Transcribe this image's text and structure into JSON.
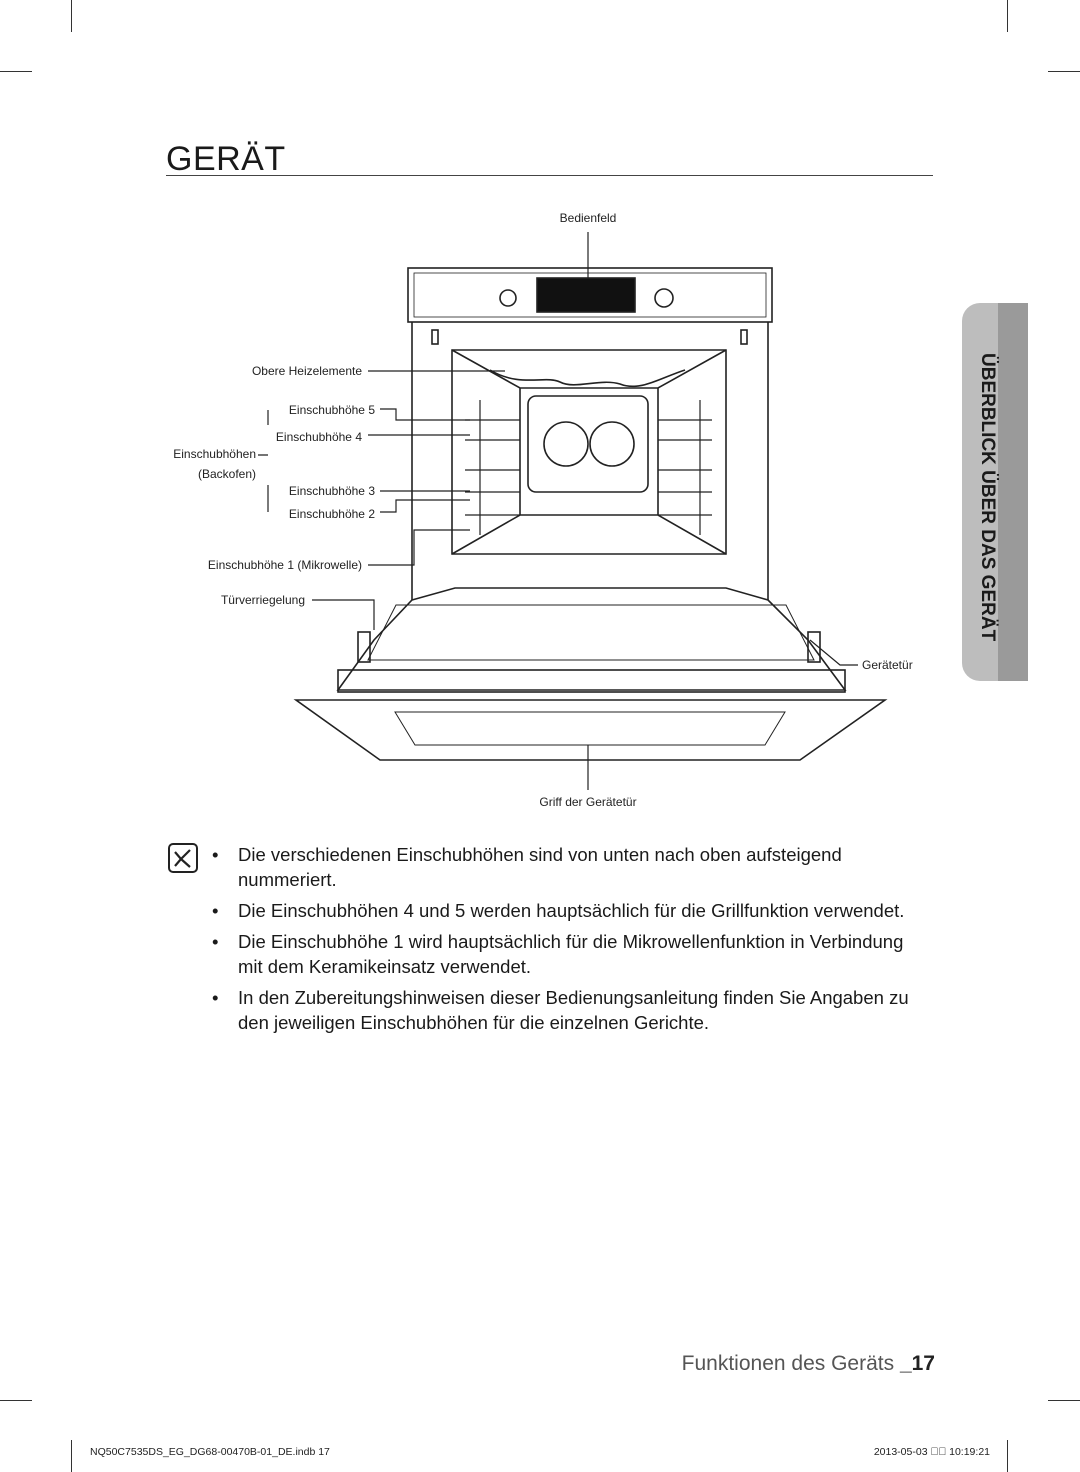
{
  "page": {
    "title": "GERÄT",
    "side_tab": "ÜBERBLICK ÜBER DAS GERÄT",
    "footer_title": "Funktionen des Geräts",
    "page_number": "_17",
    "print_file": "NQ50C7535DS_EG_DG68-00470B-01_DE.indb   17",
    "print_date": "2013-05-03   ￿￿ 10:19:21"
  },
  "diagram": {
    "labels": {
      "control_panel": "Bedienfeld",
      "upper_heating": "Obere Heizelemente",
      "rack5": "Einschubhöhe 5",
      "rack4": "Einschubhöhe 4",
      "rack_group_line1": "Einschubhöhen",
      "rack_group_line2": "(Backofen)",
      "rack3": "Einschubhöhe 3",
      "rack2": "Einschubhöhe 2",
      "rack1": "Einschubhöhe 1 (Mikrowelle)",
      "door_lock": "Türverriegelung",
      "door": "Gerätetür",
      "handle": "Griff der Gerätetür"
    }
  },
  "notes": [
    "Die verschiedenen Einschubhöhen sind von unten nach oben aufsteigend nummeriert.",
    "Die Einschubhöhen 4 und 5 werden hauptsächlich für die Grillfunktion verwendet.",
    "Die Einschubhöhe 1 wird hauptsächlich für die Mikrowellenfunktion in Verbindung mit dem Keramikeinsatz verwendet.",
    "In den Zubereitungshinweisen dieser Bedienungsanleitung finden Sie Angaben zu den jeweiligen Einschubhöhen für die einzelnen Gerichte."
  ]
}
